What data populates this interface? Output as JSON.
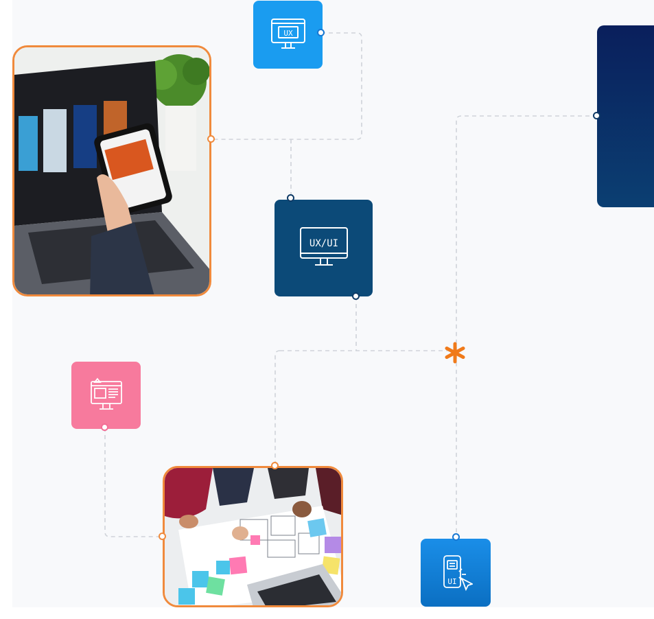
{
  "tiles": {
    "ux_label": "UX",
    "uxui_label": "UX/UI",
    "ui_label": "UI"
  },
  "accent": {
    "navy": "#0c4a78",
    "blue": "#1a9cf0",
    "pink": "#f77a9d",
    "orange": "#f08a3c",
    "side_panel": "#0a2a66"
  },
  "icons": [
    "ux-monitor-icon",
    "uxui-monitor-icon",
    "wireframe-monitor-icon",
    "mobile-ui-touch-icon",
    "asterisk-icon"
  ]
}
